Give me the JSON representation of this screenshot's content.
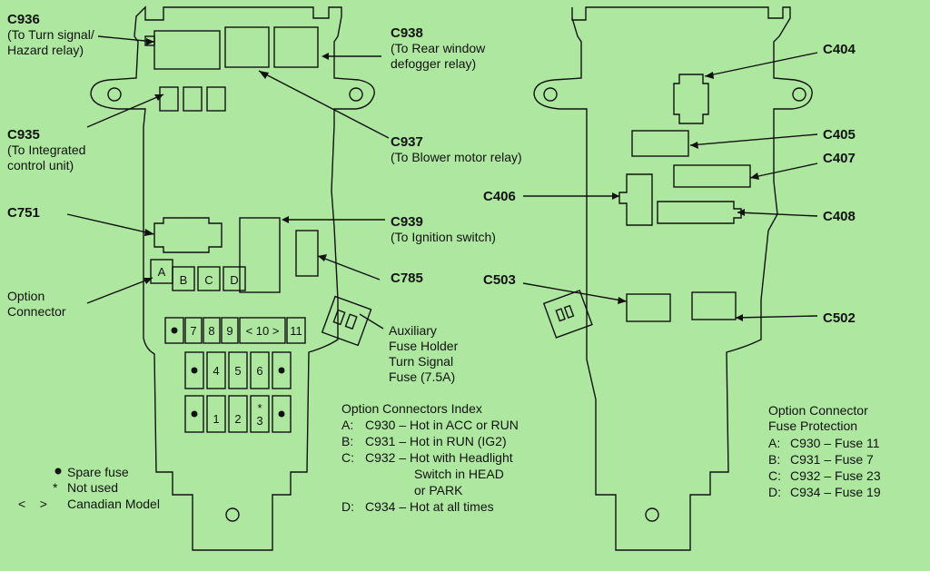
{
  "left_panel": {
    "callouts": {
      "c936": {
        "code": "C936",
        "line1": "(To Turn signal/",
        "line2": "Hazard relay)"
      },
      "c938": {
        "code": "C938",
        "line1": "(To Rear window",
        "line2": "defogger relay)"
      },
      "c935": {
        "code": "C935",
        "line1": "(To Integrated",
        "line2": "control unit)"
      },
      "c937": {
        "code": "C937",
        "line1": "(To Blower motor relay)"
      },
      "c751": {
        "code": "C751"
      },
      "c939": {
        "code": "C939",
        "line1": "(To Ignition switch)"
      },
      "c785": {
        "code": "C785"
      },
      "option_connector": {
        "line1": "Option",
        "line2": "Connector"
      },
      "aux_fuse": {
        "line1": "Auxiliary",
        "line2": "Fuse Holder",
        "line3": "Turn Signal",
        "line4": "Fuse (7.5A)"
      }
    },
    "connector_letters": [
      "A",
      "B",
      "C",
      "D"
    ],
    "fuse_numbers": {
      "f7": "7",
      "f8": "8",
      "f9": "9",
      "f10": "< 10 >",
      "f11": "11",
      "f4": "4",
      "f5": "5",
      "f6": "6",
      "f1": "1",
      "f2": "2",
      "f3": "3",
      "f3_mark": "*"
    },
    "legend": {
      "spare": {
        "symbol": "●",
        "text": "Spare fuse"
      },
      "not_used": {
        "symbol": "*",
        "text": "Not used"
      },
      "canadian": {
        "symbol": "<    >",
        "text": "Canadian Model"
      }
    }
  },
  "index": {
    "title": "Option Connectors Index",
    "rows": [
      {
        "key": "A:",
        "text": "C930 – Hot in ACC or RUN"
      },
      {
        "key": "B:",
        "text": "C931 – Hot in RUN (IG2)"
      },
      {
        "key": "C:",
        "text": "C932 – Hot with Headlight"
      },
      {
        "key": "",
        "text": "Switch in HEAD"
      },
      {
        "key": "",
        "text": "or PARK"
      },
      {
        "key": "D:",
        "text": "C934 – Hot at all times"
      }
    ]
  },
  "right_panel": {
    "callouts": {
      "c404": "C404",
      "c405": "C405",
      "c407": "C407",
      "c406": "C406",
      "c408": "C408",
      "c503": "C503",
      "c502": "C502"
    },
    "protection": {
      "title1": "Option Connector",
      "title2": "Fuse Protection",
      "rows": [
        {
          "key": "A:",
          "text": "C930 – Fuse 11"
        },
        {
          "key": "B:",
          "text": "C931 – Fuse 7"
        },
        {
          "key": "C:",
          "text": "C932 – Fuse 23"
        },
        {
          "key": "D:",
          "text": "C934 – Fuse 19"
        }
      ]
    }
  },
  "colors": {
    "background": "#aee8a0",
    "line": "#111111"
  }
}
